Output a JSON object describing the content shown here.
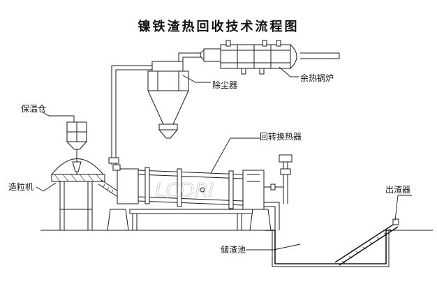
{
  "title": "镍铁渣热回收技术流程图",
  "labels": {
    "granulator": "造粒机",
    "insulation_bin": "保温仓",
    "dust_remover": "除尘器",
    "waste_heat_boiler": "余热锅炉",
    "rotary_heat_exchanger": "回转换热器",
    "slag_discharger": "出渣器",
    "slag_pool": "储渣池"
  },
  "watermark": "LCDRI"
}
